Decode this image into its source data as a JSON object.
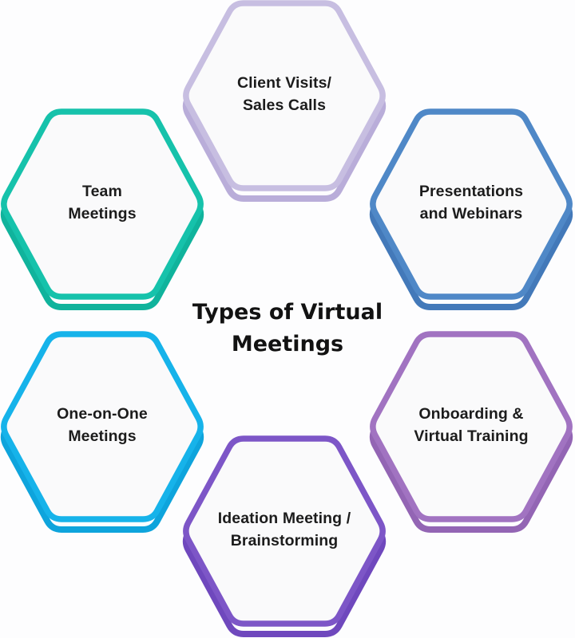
{
  "title": "Types of Virtual\nMeetings",
  "background_color": "#fdfdfe",
  "hexagon_fill_color": "#fafafb",
  "title_color": "#121212",
  "label_color": "#1c1c1c",
  "hexagons": [
    {
      "id": "client-visits-sales-calls",
      "label": "Client Visits/\nSales Calls",
      "position": "top",
      "border_color": "#c7bee1",
      "shadow_color": "#b9add9"
    },
    {
      "id": "team-meetings",
      "label": "Team\nMeetings",
      "position": "top-left",
      "border_color": "#16c2ab",
      "shadow_color": "#10b39c"
    },
    {
      "id": "presentations-and-webinars",
      "label": "Presentations\nand Webinars",
      "position": "top-right",
      "border_color": "#4f88c7",
      "shadow_color": "#4379b9"
    },
    {
      "id": "one-on-one-meetings",
      "label": "One-on-One\nMeetings",
      "position": "bottom-left",
      "border_color": "#16b3ea",
      "shadow_color": "#0ea4dc"
    },
    {
      "id": "onboarding-virtual-training",
      "label": "Onboarding &\nVirtual Training",
      "position": "bottom-right",
      "border_color": "#a173c1",
      "shadow_color": "#9365b4"
    },
    {
      "id": "ideation-brainstorming",
      "label": "Ideation Meeting /\nBrainstorming",
      "position": "bottom",
      "border_color": "#7d56c7",
      "shadow_color": "#6f48bd"
    }
  ]
}
